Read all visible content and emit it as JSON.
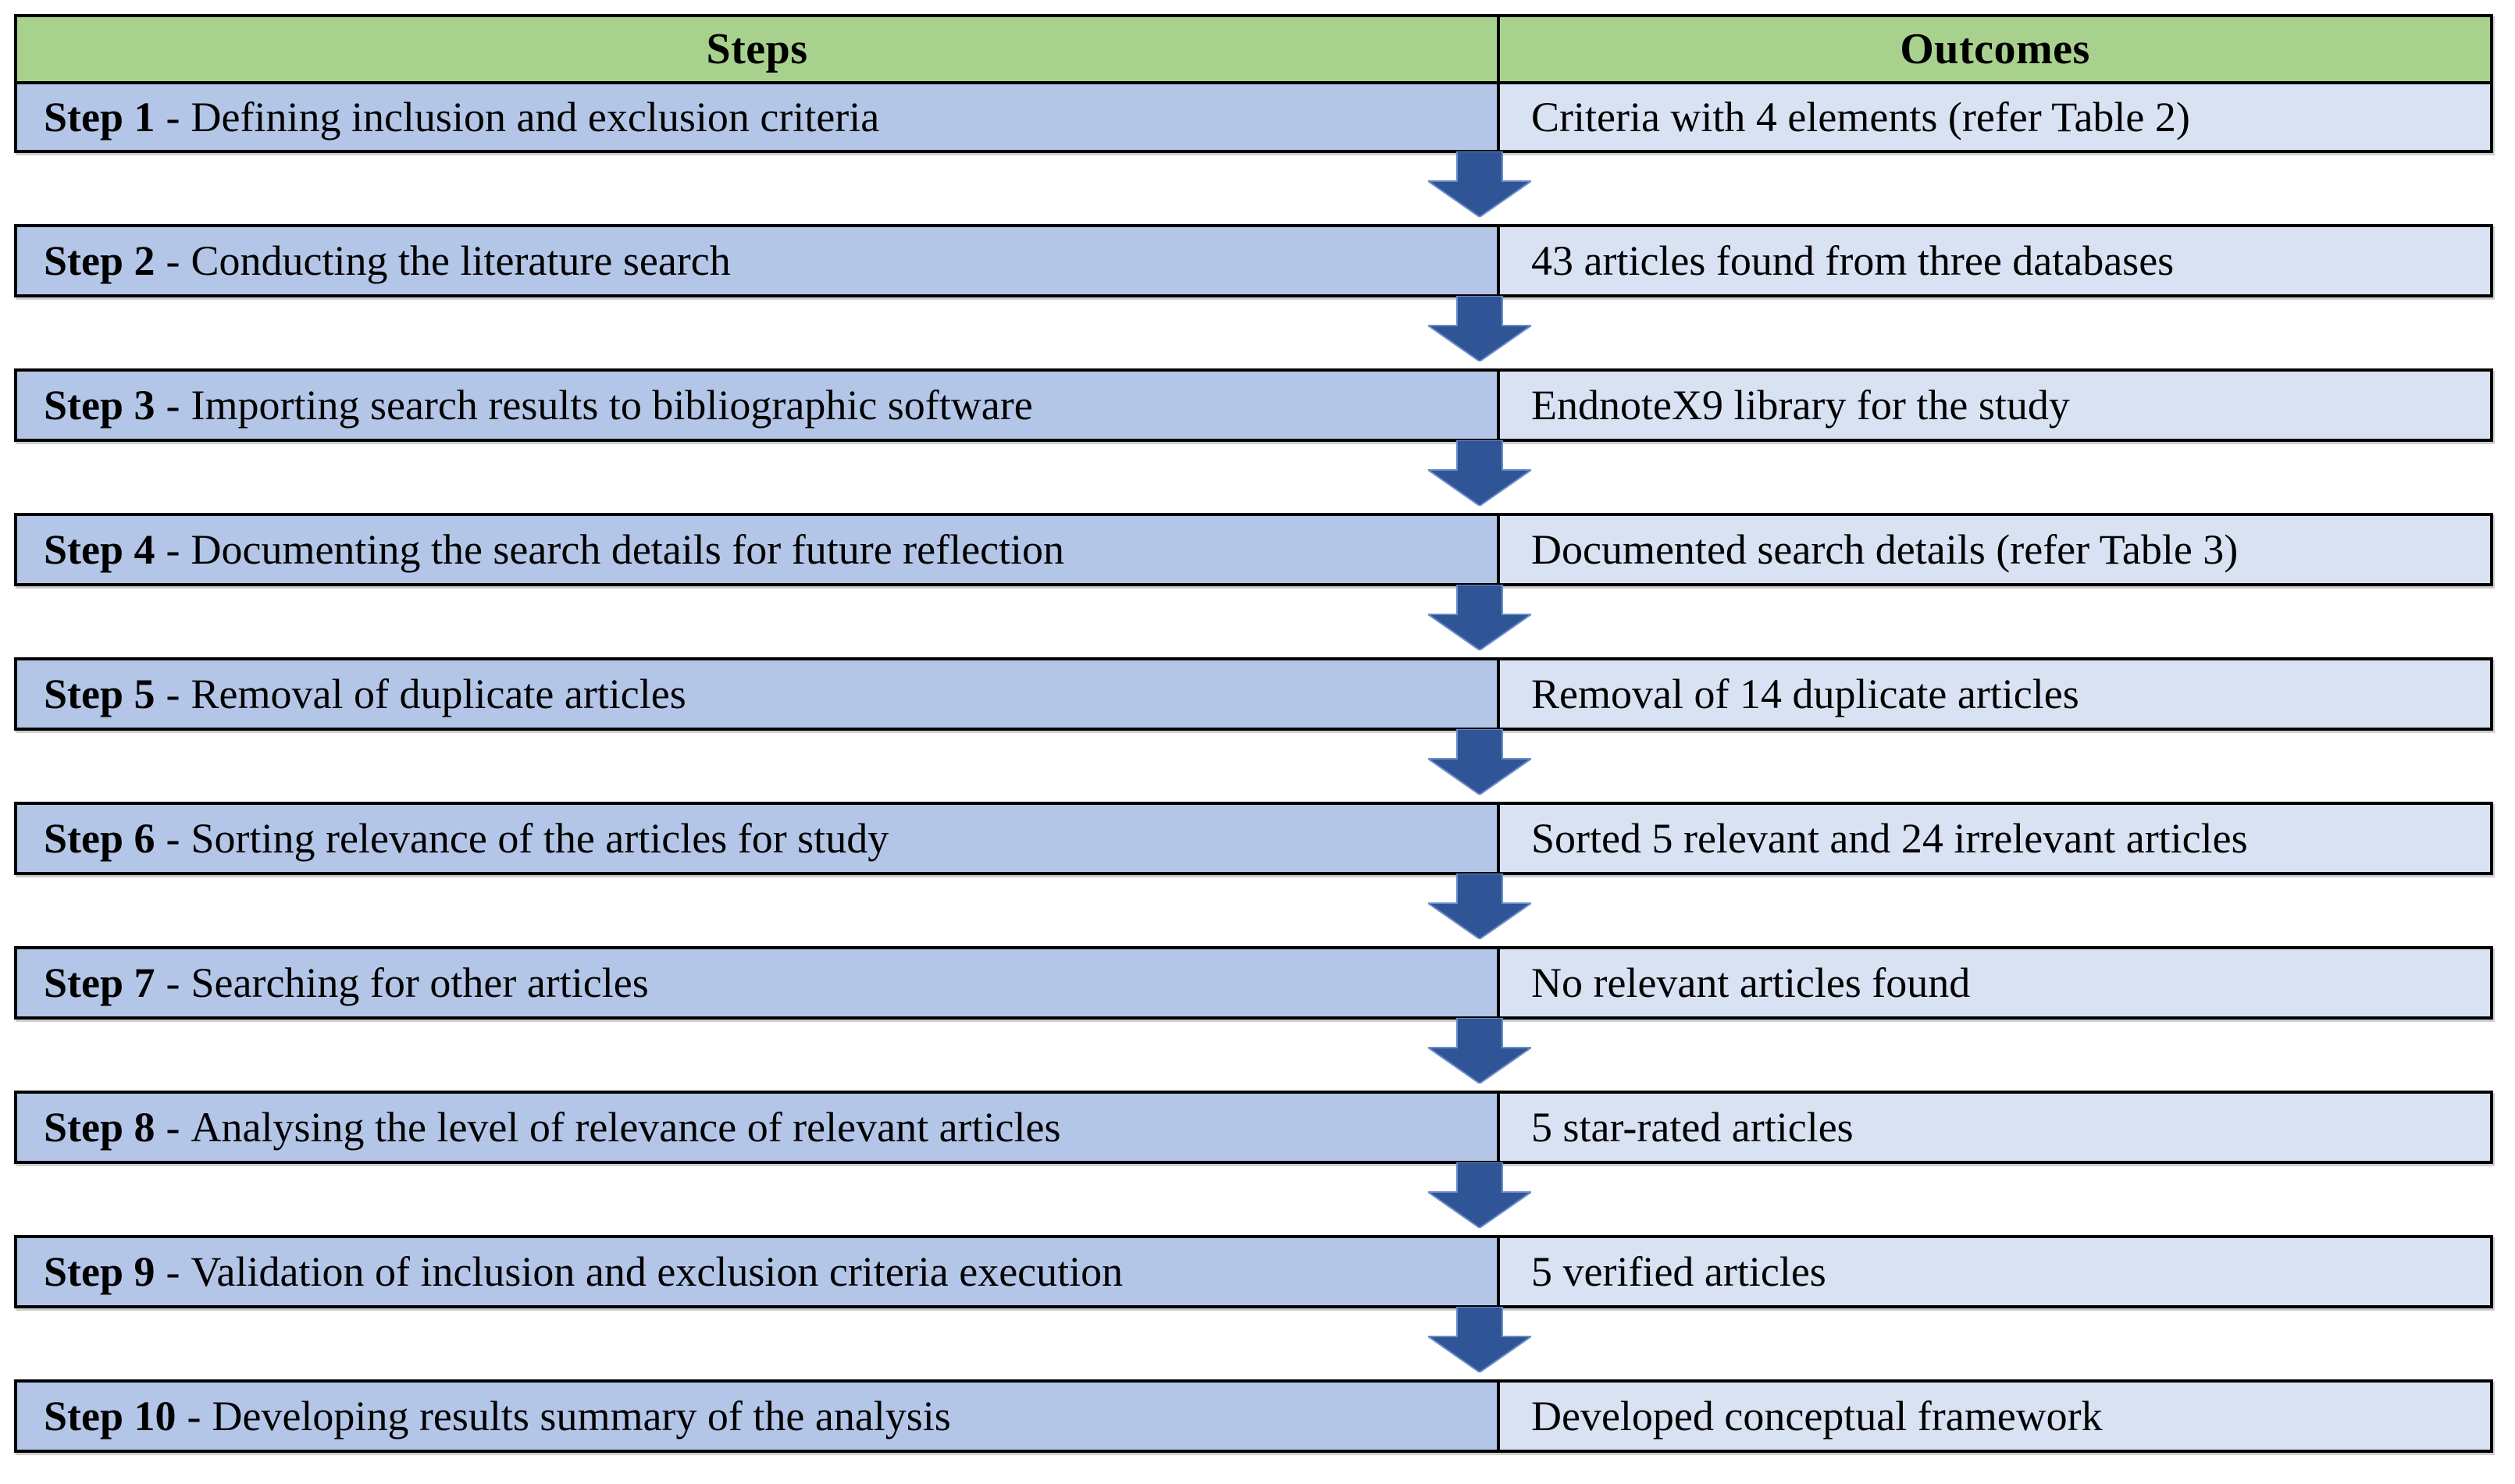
{
  "header": {
    "steps_label": "Steps",
    "outcomes_label": "Outcomes"
  },
  "rows": [
    {
      "step_prefix": "Step 1",
      "step_separator": "-",
      "step_text": "Defining inclusion and exclusion criteria",
      "outcome": "Criteria with 4 elements (refer Table 2)"
    },
    {
      "step_prefix": "Step 2",
      "step_separator": "-",
      "step_text": "Conducting the literature search",
      "outcome": "43 articles found from three databases"
    },
    {
      "step_prefix": "Step 3",
      "step_separator": "-",
      "step_text": "Importing search results to bibliographic software",
      "outcome": "EndnoteX9 library for the study"
    },
    {
      "step_prefix": "Step 4",
      "step_separator": "-",
      "step_text": "Documenting the search details for future reflection",
      "outcome": "Documented search details (refer Table 3)"
    },
    {
      "step_prefix": "Step 5",
      "step_separator": "-",
      "step_text": "Removal of duplicate articles",
      "outcome": "Removal of 14 duplicate articles"
    },
    {
      "step_prefix": "Step 6",
      "step_separator": "-",
      "step_text": "Sorting relevance of the articles for study",
      "outcome": "Sorted 5 relevant and 24 irrelevant articles"
    },
    {
      "step_prefix": "Step 7",
      "step_separator": "-",
      "step_text": "Searching for other articles",
      "outcome": "No relevant articles found"
    },
    {
      "step_prefix": "Step 8",
      "step_separator": "-",
      "step_text": "Analysing the level of relevance of relevant articles",
      "outcome": "5 star-rated articles"
    },
    {
      "step_prefix": "Step 9",
      "step_separator": "-",
      "step_text": "Validation of inclusion and exclusion criteria execution",
      "outcome": "5 verified articles"
    },
    {
      "step_prefix": "Step 10",
      "step_separator": "-",
      "step_text": "Developing results summary of the analysis",
      "outcome": "Developed conceptual framework"
    }
  ],
  "icons": {
    "flow_arrow": "down-block-arrow"
  },
  "colors": {
    "header_green": "#A9D18E",
    "step_fill": "#B4C6E7",
    "outcome_fill": "#D9E2F3",
    "arrow_blue": "#2F5597",
    "border": "#000000"
  }
}
